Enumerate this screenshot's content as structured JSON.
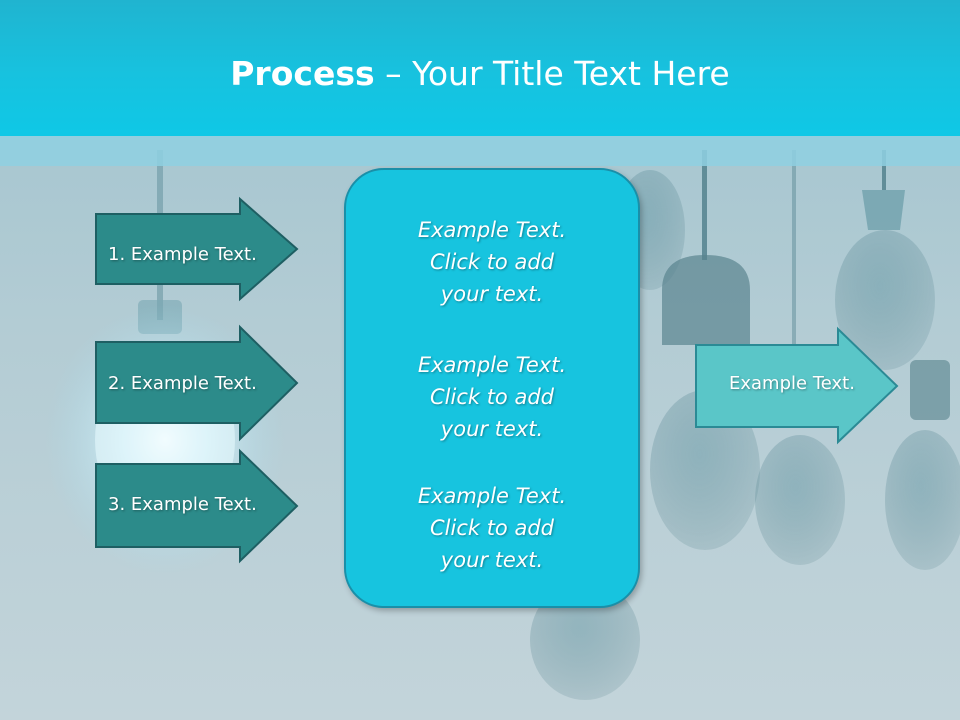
{
  "slide": {
    "title_bold": "Process",
    "title_rest": " – Your Title Text Here"
  },
  "left_arrows": [
    {
      "label": "1. Example Text."
    },
    {
      "label": "2. Example Text."
    },
    {
      "label": "3. Example Text."
    }
  ],
  "center_box": {
    "blocks": [
      {
        "line1": "Example Text.",
        "line2": "Click  to add",
        "line3": "your text."
      },
      {
        "line1": "Example Text.",
        "line2": "Click  to add",
        "line3": "your text."
      },
      {
        "line1": "Example Text.",
        "line2": "Click  to add",
        "line3": "your text."
      }
    ]
  },
  "right_arrow": {
    "label": "Example Text."
  },
  "colors": {
    "header": "#17c2df",
    "left_arrow_fill": "#2c8b8a",
    "right_arrow_fill": "#5ac6c8",
    "center_box_fill": "#17c4df",
    "text": "#ffffff"
  },
  "icons": [
    "lightbulb-background-image"
  ]
}
